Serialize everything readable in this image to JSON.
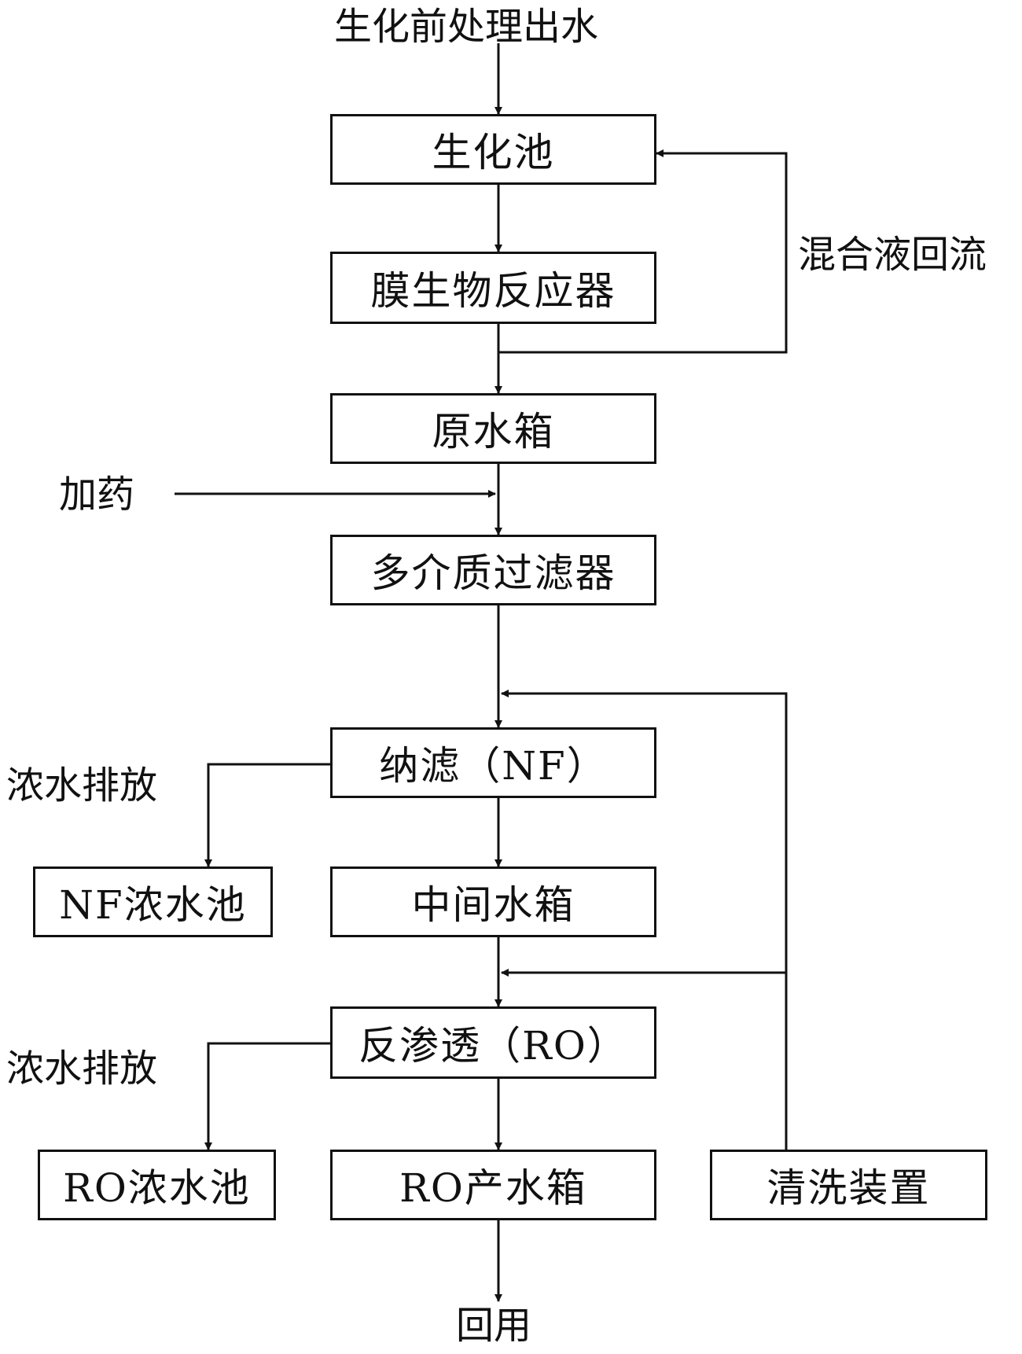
{
  "diagram": {
    "input_label": "生化前处理出水",
    "boxes": {
      "biochem_tank": "生化池",
      "mbr": "膜生物反应器",
      "raw_water_tank": "原水箱",
      "multimedia_filter": "多介质过滤器",
      "nf": "纳滤（NF）",
      "intermediate_tank": "中间水箱",
      "ro": "反渗透（RO）",
      "nf_concentrate_pool": "NF浓水池",
      "ro_product_tank": "RO产水箱",
      "ro_concentrate_pool": "RO浓水池",
      "cleaning_device": "清洗装置"
    },
    "labels": {
      "mixed_liquor_return": "混合液回流",
      "dosing": "加药",
      "nf_concentrate_discharge": "浓水排放",
      "ro_concentrate_discharge": "浓水排放",
      "reuse": "回用"
    }
  }
}
